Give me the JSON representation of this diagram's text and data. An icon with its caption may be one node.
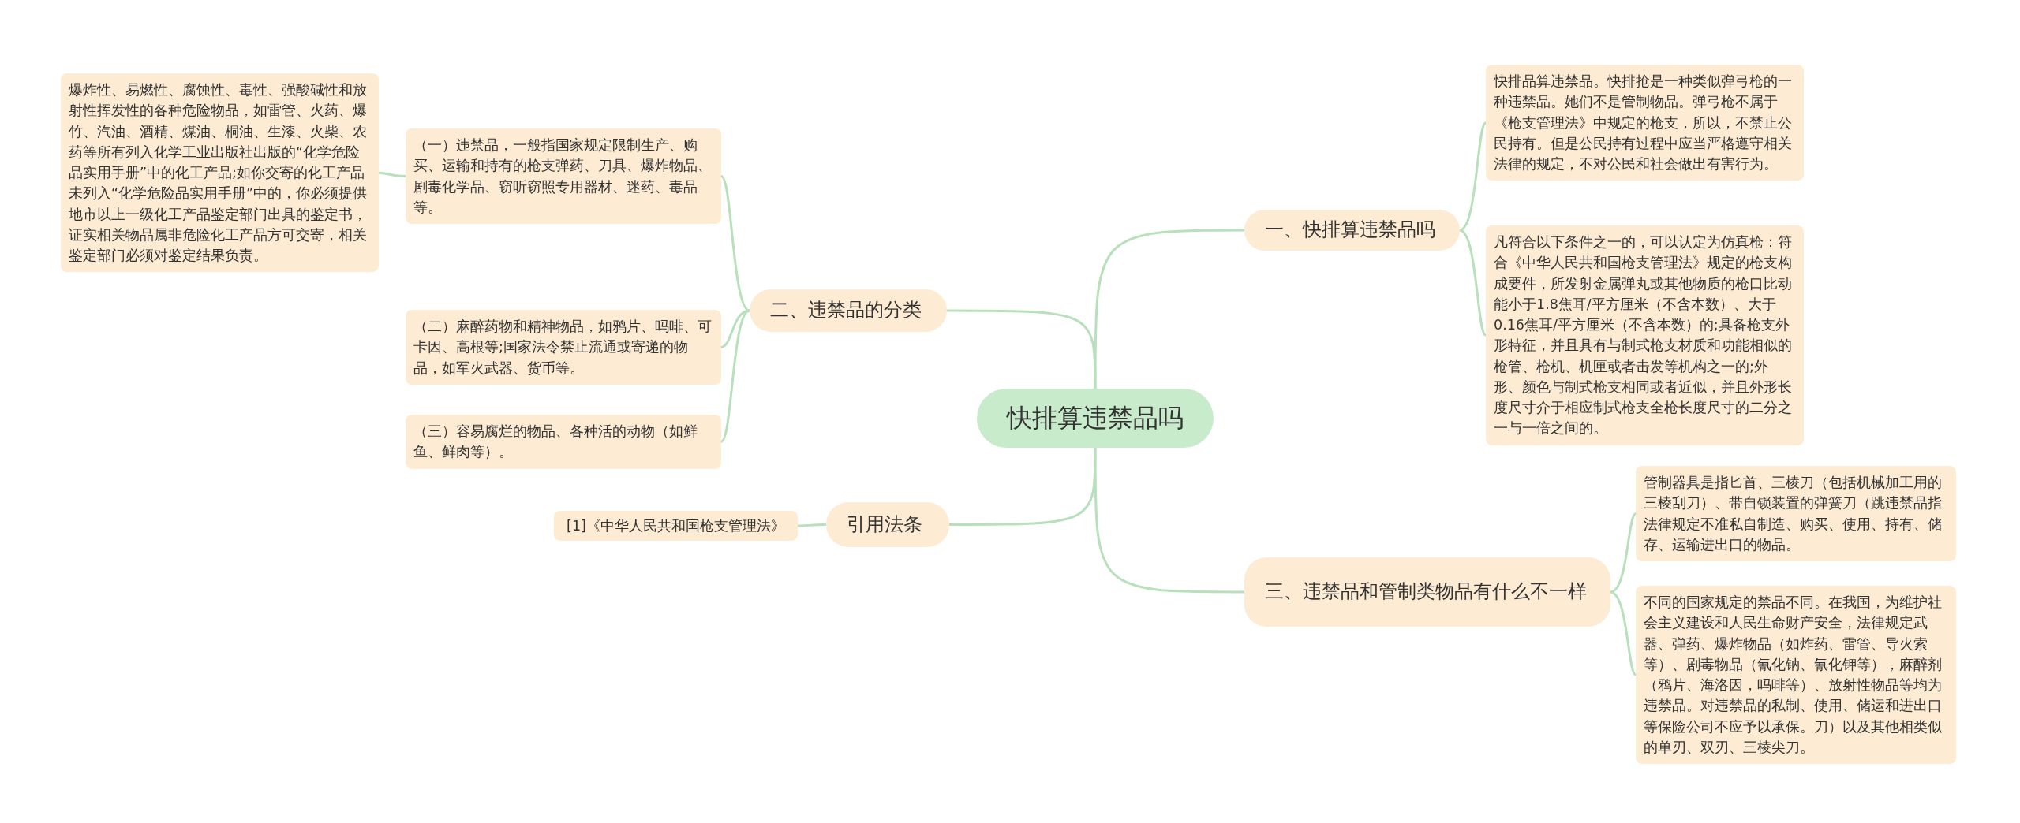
{
  "diagram": {
    "nodes": [
      {
        "text": [
          "快排算违禁品吗"
        ]
      },
      {
        "text": [
          "一、快排算违禁品吗"
        ]
      },
      {
        "text": [
          "快排品算违禁品。快排抢是一种类似弹弓枪的一种违禁品。她们不是管制物品。弹弓枪不属于《枪支管理法》中规定的枪支，所以，不禁止公民持有。但是公民持有过程中应当严格遵守相关法律的规定，不对公民和社会做出有害行为。"
        ]
      },
      {
        "text": [
          "凡符合以下条件之一的，可以认定为仿真枪：符合《中华人民共和国枪支管理法》规定的枪支构成要件，所发射金属弹丸或其他物质的枪口比动能小于1.8焦耳/平方厘米（不含本数）、大于0.16焦耳/平方厘米（不含本数）的;具备枪支外形特征，并且具有与制式枪支材质和功能相似的枪管、枪机、机匣或者击发等机构之一的;外形、颜色与制式枪支相同或者近似，并且外形长度尺寸介于相应制式枪支全枪长度尺寸的二分之一与一倍之间的。"
        ]
      },
      {
        "text": [
          "二、违禁品的分类"
        ]
      },
      {
        "text": [
          "（一）违禁品，一般指国家规定限制生产、购买、运输和持有的枪支弹药、刀具、爆炸物品、剧毒化学品、窃听窃照专用器材、迷药、毒品等。"
        ]
      },
      {
        "text": [
          "爆炸性、易燃性、腐蚀性、毒性、强酸碱性和放射性挥发性的各种危险物品，如雷管、火药、爆竹、汽油、酒精、煤油、桐油、生漆、火柴、农药等所有列入化学工业出版社出版的“化学危险品实用手册”中的化工产品;如你交寄的化工产品未列入“化学危险品实用手册”中的，你必须提供地市以上一级化工产品鉴定部门出具的鉴定书，证实相关物品属非危险化工产品方可交寄，相关鉴定部门必须对鉴定结果负责。"
        ]
      },
      {
        "text": [
          "（二）麻醉药物和精神物品，如鸦片、吗啡、可卡因、高根等;国家法令禁止流通或寄递的物品，如军火武器、货币等。"
        ]
      },
      {
        "text": [
          "（三）容易腐烂的物品、各种活的动物（如鲜鱼、鲜肉等）。"
        ]
      },
      {
        "text": [
          "引用法条"
        ]
      },
      {
        "text": [
          "[1]《中华人民共和国枪支管理法》"
        ]
      },
      {
        "text": [
          "三、违禁品和管制类物品有什么不一样"
        ]
      },
      {
        "text": [
          "管制器具是指匕首、三棱刀（包括机械加工用的三棱刮刀）、带自锁装置的弹簧刀（跳违禁品指法律规定不准私自制造、购买、使用、持有、储存、运输进出口的物品。"
        ]
      },
      {
        "text": [
          "不同的国家规定的禁品不同。在我国，为维护社会主义建设和人民生命财产安全，法律规定武器、弹药、爆炸物品（如炸药、雷管、导火索等）、剧毒物品（氰化钠、氰化钾等），麻醉剂（鸦片、海洛因，吗啡等）、放射性物品等均为违禁品。对违禁品的私制、使用、储运和进出口等保险公司不应予以承保。刀）以及其他相类似的单刃、双刃、三棱尖刀。"
        ]
      }
    ],
    "edges": [
      {
        "from": 0,
        "to": 1,
        "arrow": "none"
      },
      {
        "from": 1,
        "to": 2,
        "arrow": "none"
      },
      {
        "from": 1,
        "to": 3,
        "arrow": "none"
      },
      {
        "from": 0,
        "to": 4,
        "arrow": "none"
      },
      {
        "from": 4,
        "to": 5,
        "arrow": "none"
      },
      {
        "from": 5,
        "to": 6,
        "arrow": "none"
      },
      {
        "from": 4,
        "to": 7,
        "arrow": "none"
      },
      {
        "from": 4,
        "to": 8,
        "arrow": "none"
      },
      {
        "from": 0,
        "to": 9,
        "arrow": "none"
      },
      {
        "from": 9,
        "to": 10,
        "arrow": "none"
      },
      {
        "from": 0,
        "to": 11,
        "arrow": "none"
      },
      {
        "from": 11,
        "to": 12,
        "arrow": "none"
      },
      {
        "from": 11,
        "to": 13,
        "arrow": "none"
      }
    ]
  }
}
